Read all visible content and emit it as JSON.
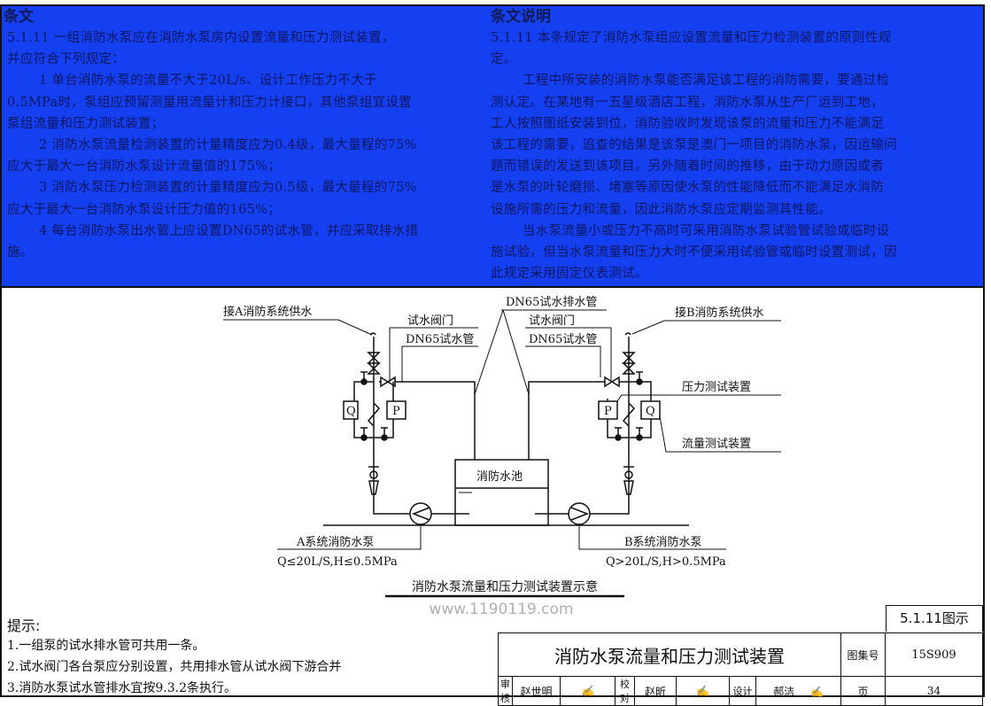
{
  "provision": {
    "heading": "条文",
    "lines": [
      "5.1.11 一组消防水泵应在消防水泵房内设置流量和压力测试装置，",
      "并应符合下列规定：",
      "1 单台消防水泵的流量不大于20L/s、设计工作压力不大于",
      "0.5MPa时，泵组应预留测量用流量计和压力计接口，其他泵组宜设置",
      "泵组流量和压力测试装置；",
      "2 消防水泵流量检测装置的计量精度应为0.4级，最大量程的75%",
      "应大于最大一台消防水泵设计流量值的175%；",
      "3 消防水泵压力检测装置的计量精度应为0.5级，最大量程的75%",
      "应大于最大一台消防水泵设计压力值的165%；",
      "4 每台消防水泵出水管上应设置DN65的试水管，并应采取排水措",
      "施。"
    ]
  },
  "explanation": {
    "heading": "条文说明",
    "lines": [
      "5.1.11 本条规定了消防水泵组应设置流量和压力检测装置的原则性规",
      "定。",
      "工程中所安装的消防水泵能否满足该工程的消防需要，要通过检",
      "测认定。在某地有一五星级酒店工程，消防水泵从生产厂运到工地，",
      "工人按照图纸安装到位，消防验收时发现该泵的流量和压力不能满足",
      "该工程的需要，追查的结果是该泵是澳门一项目的消防水泵，因运输问",
      "题而错误的发送到该项目。另外随着时间的推移，由于动力原因或者",
      "是水泵的叶轮磨损、堵塞等原因使水泵的性能降低而不能满足水消防",
      "设施所需的压力和流量，因此消防水泵应定期监测其性能。",
      "当水泵流量小或压力不高时可采用消防水泵试验管试验或临时设",
      "施试验，但当水泵流量和压力大时不便采用试验管或临时设置测试，因",
      "此规定采用固定仪表测试。"
    ]
  },
  "diagram": {
    "supply_a": "接A消防系统供水",
    "supply_b": "接B消防系统供水",
    "valve_a": "试水阀门",
    "pipe_a": "DN65试水管",
    "valve_b": "试水阀门",
    "pipe_b": "DN65试水管",
    "drain": "DN65试水排水管",
    "pressure_device": "压力测试装置",
    "flow_device": "流量测试装置",
    "tank": "消防水池",
    "pump_a": "A系统消防水泵",
    "pump_a_spec": "Q≤20L/S,H≤0.5MPa",
    "pump_b": "B系统消防水泵",
    "pump_b_spec": "Q>20L/S,H>0.5MPa",
    "q": "Q",
    "p": "P",
    "caption": "消防水泵流量和压力测试装置示意",
    "watermark": "www.1190119.com"
  },
  "notes": {
    "heading": "提示:",
    "items": [
      "1.一组泵的试水排水管可共用一条。",
      "2.试水阀门各台泵应分别设置，共用排水管从试水阀下游合并",
      "3.消防水泵试水管排水宜按9.3.2条执行。"
    ]
  },
  "titleblock": {
    "tag": "5.1.11图示",
    "title": "消防水泵流量和压力测试装置",
    "atlas_label": "图集号",
    "atlas_no": "15S909",
    "review_label": "审核",
    "reviewer": "赵世明",
    "check_label": "校对",
    "checker": "赵昕",
    "design_label": "设计",
    "designer": "郝洁",
    "page_label": "页",
    "page_no": "34"
  }
}
